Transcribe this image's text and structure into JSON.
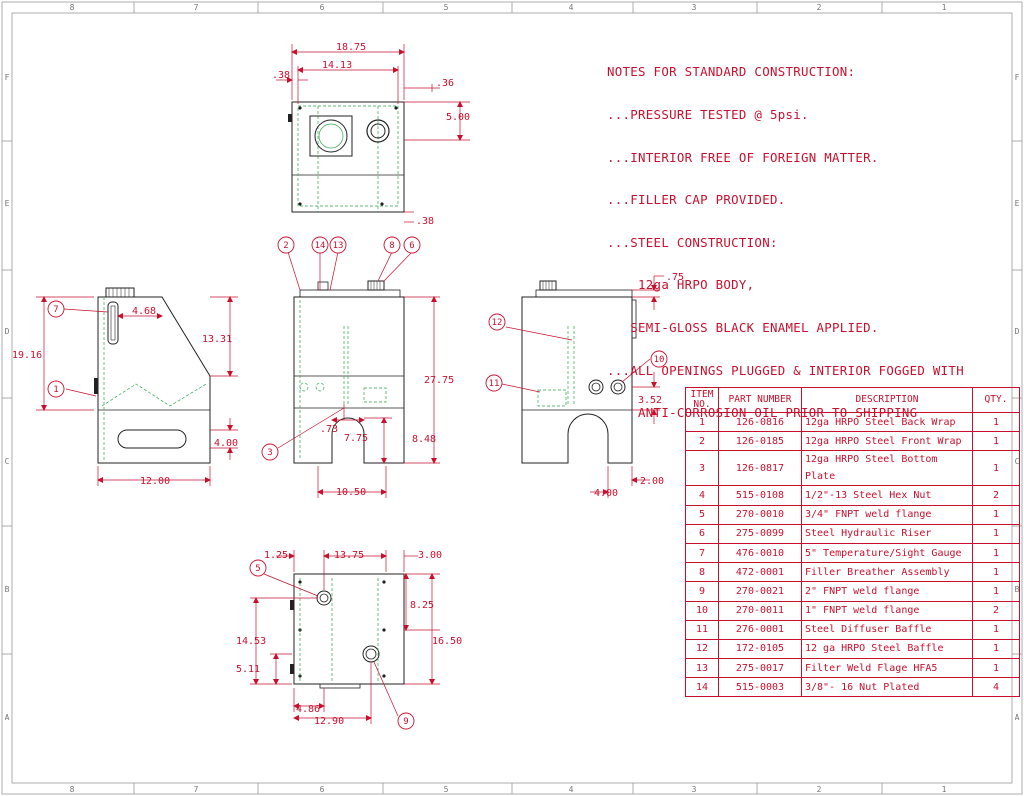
{
  "border": {
    "columns_top": [
      "8",
      "7",
      "6",
      "5",
      "4",
      "3",
      "2",
      "1"
    ],
    "columns_bottom": [
      "8",
      "7",
      "6",
      "5",
      "4",
      "3",
      "2",
      "1"
    ],
    "rows_left": [
      "F",
      "E",
      "D",
      "C",
      "B",
      "A"
    ],
    "rows_right": [
      "F",
      "E",
      "D",
      "C",
      "B",
      "A"
    ]
  },
  "notes": {
    "lines": [
      "NOTES FOR STANDARD CONSTRUCTION:",
      "...PRESSURE TESTED @ 5psi.",
      "...INTERIOR FREE OF FOREIGN MATTER.",
      "...FILLER CAP PROVIDED.",
      "...STEEL CONSTRUCTION:",
      "    12ga HRPO BODY,",
      "   SEMI-GLOSS BLACK ENAMEL APPLIED.",
      "...ALL OPENINGS PLUGGED & INTERIOR FOGGED WITH",
      "    ANTI-CORROSION OIL PRIOR TO SHIPPING"
    ]
  },
  "dimensions": {
    "top": {
      "width": "18.75",
      "inner": "14.13",
      "left_off": ".38",
      "right_off": ".36",
      "height": "5.00",
      "bottom_off": ".38"
    },
    "side": {
      "height": "19.16",
      "top_w": "4.68",
      "slope_h": "13.31",
      "slot_h": "4.00",
      "width": "12.00"
    },
    "front": {
      "height": "27.75",
      "cut_w": "7.75",
      "cut_off": ".73",
      "cut_h": "8.48",
      "leg_w": "10.50"
    },
    "rear": {
      "top_off": ".75",
      "port_h": "3.52",
      "leg_w": "4.00",
      "leg_off": "2.00"
    },
    "plan": {
      "left": "1.25",
      "mid": "13.75",
      "right": "3.00",
      "r1": "8.25",
      "r2": "16.50",
      "l1": "14.53",
      "l2": "5.11",
      "b1": "4.86",
      "b2": "12.90"
    }
  },
  "balloons": {
    "b2": "2",
    "b14": "14",
    "b13": "13",
    "b8": "8",
    "b6": "6",
    "b7": "7",
    "b1": "1",
    "b3": "3",
    "b12": "12",
    "b11": "11",
    "b10": "10",
    "b5": "5",
    "b9": "9"
  },
  "bom": {
    "headers": {
      "item": "ITEM NO.",
      "part": "PART NUMBER",
      "desc": "DESCRIPTION",
      "qty": "QTY."
    },
    "rows": [
      {
        "item": "1",
        "part": "126-0816",
        "desc": "12ga HRPO Steel Back Wrap",
        "qty": "1"
      },
      {
        "item": "2",
        "part": "126-0185",
        "desc": "12ga HRPO Steel Front Wrap",
        "qty": "1"
      },
      {
        "item": "3",
        "part": "126-0817",
        "desc": "12ga HRPO Steel Bottom Plate",
        "qty": "1"
      },
      {
        "item": "4",
        "part": "515-0108",
        "desc": "1/2\"-13 Steel Hex Nut",
        "qty": "2"
      },
      {
        "item": "5",
        "part": "270-0010",
        "desc": "3/4\" FNPT weld flange",
        "qty": "1"
      },
      {
        "item": "6",
        "part": "275-0099",
        "desc": "Steel Hydraulic Riser",
        "qty": "1"
      },
      {
        "item": "7",
        "part": "476-0010",
        "desc": "5\" Temperature/Sight Gauge",
        "qty": "1"
      },
      {
        "item": "8",
        "part": "472-0001",
        "desc": "Filler Breather Assembly",
        "qty": "1"
      },
      {
        "item": "9",
        "part": "270-0021",
        "desc": "2\" FNPT weld flange",
        "qty": "1"
      },
      {
        "item": "10",
        "part": "270-0011",
        "desc": "1\" FNPT weld flange",
        "qty": "2"
      },
      {
        "item": "11",
        "part": "276-0001",
        "desc": "Steel Diffuser Baffle",
        "qty": "1"
      },
      {
        "item": "12",
        "part": "172-0105",
        "desc": "12 ga HRPO Steel Baffle",
        "qty": "1"
      },
      {
        "item": "13",
        "part": "275-0017",
        "desc": "Filter Weld Flage HFA5",
        "qty": "1"
      },
      {
        "item": "14",
        "part": "515-0003",
        "desc": "3/8\"- 16 Nut Plated",
        "qty": "4"
      }
    ]
  },
  "colors": {
    "red": "#c8102e",
    "green": "#2aa84a",
    "black": "#222222",
    "frame": "#9a9a9a"
  }
}
